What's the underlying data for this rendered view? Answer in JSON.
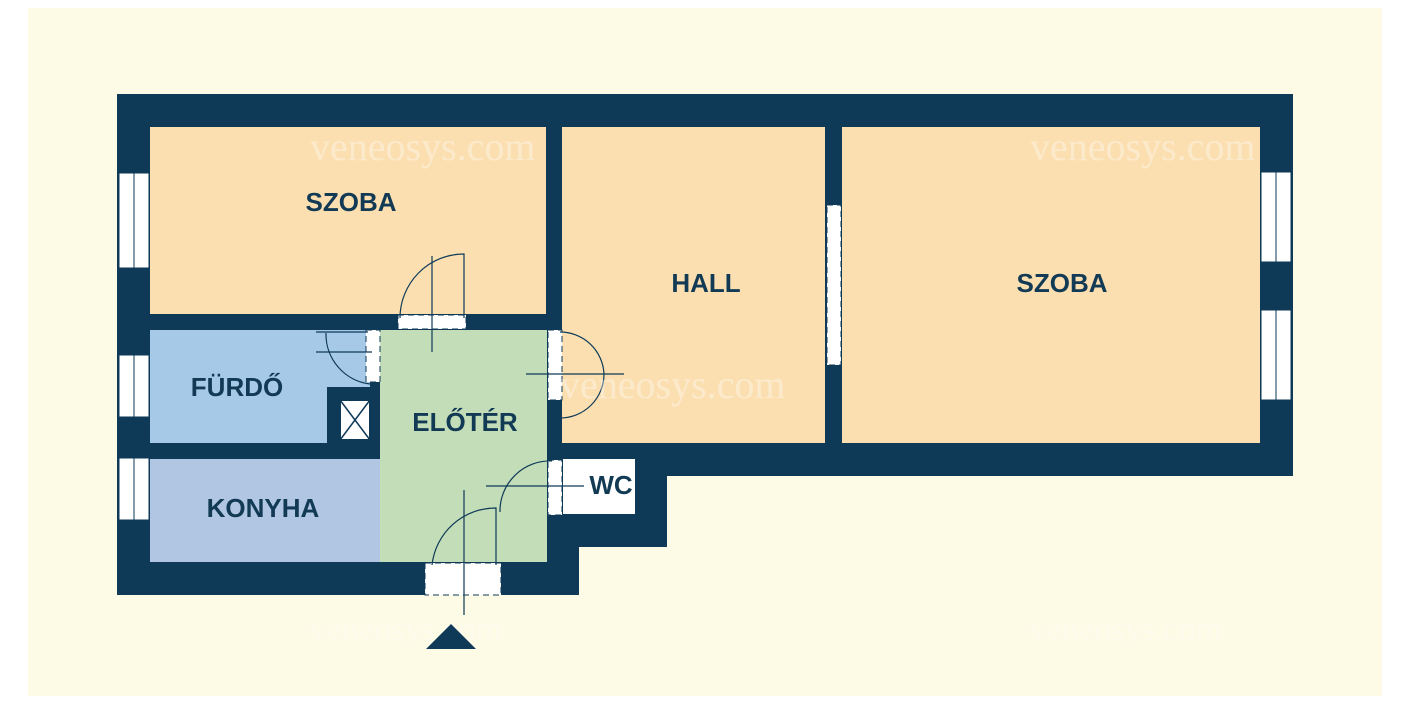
{
  "colors": {
    "background": "#fdfae6",
    "wall": "#0e3a57",
    "living": "#fbdfb1",
    "bath": "#a7c9e8",
    "kitchen": "#b0c6e2",
    "entry": "#c3ddb8",
    "wc": "#ffffff",
    "label": "#123a55"
  },
  "rooms": {
    "szoba_left": "SZOBA",
    "hall": "HALL",
    "szoba_right": "SZOBA",
    "furdo": "FÜRDŐ",
    "eloter": "ELŐTÉR",
    "konyha": "KONYHA",
    "wc": "WC"
  },
  "watermarks": {
    "text": "veneosys.com"
  },
  "icons": {
    "entrance": "north-arrow-triangle-icon"
  }
}
